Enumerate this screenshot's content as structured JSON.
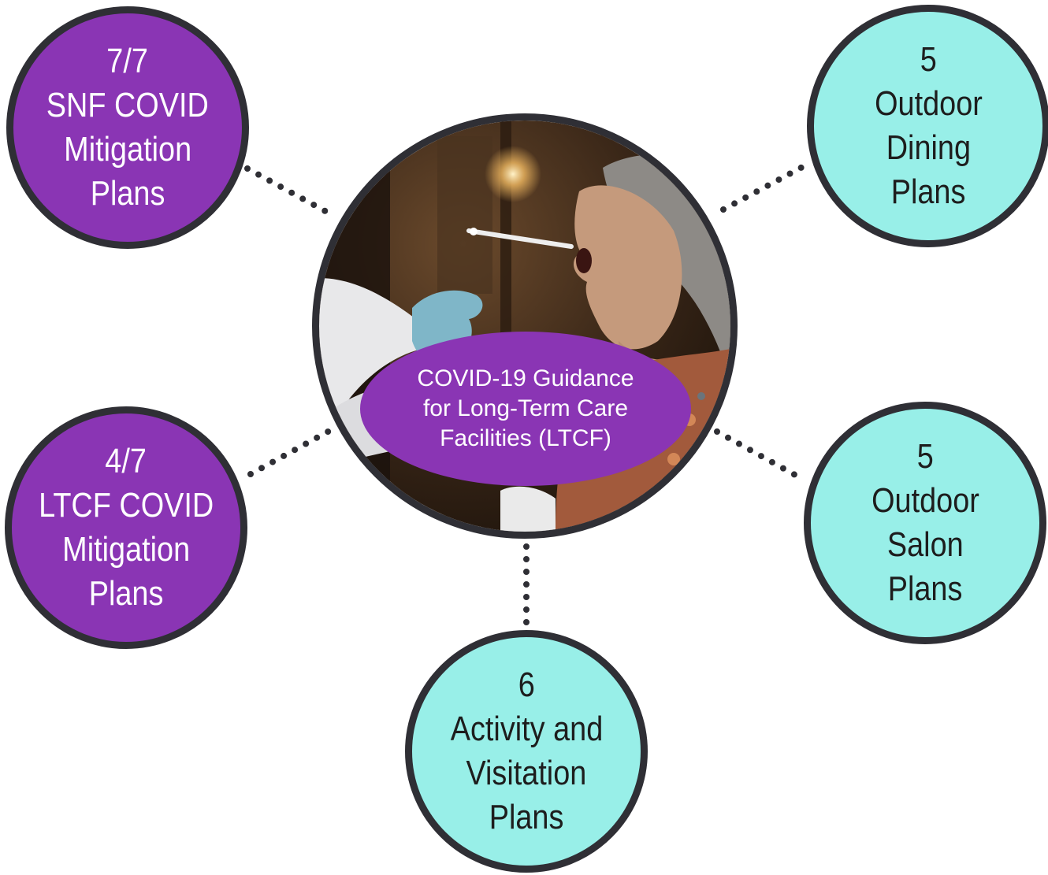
{
  "center": {
    "label_lines": [
      "COVID-19 Guidance",
      "for Long-Term Care",
      "Facilities (LTCF)"
    ],
    "photo": "covid-swab-test-photo"
  },
  "nodes": [
    {
      "id": "snf-covid-mitigation",
      "lines": [
        "7/7",
        "SNF COVID",
        "Mitigation",
        "Plans"
      ],
      "color": "#8a35b4"
    },
    {
      "id": "outdoor-dining",
      "lines": [
        "5",
        "Outdoor",
        "Dining",
        "Plans"
      ],
      "color": "#98efe8"
    },
    {
      "id": "ltcf-covid-mitigation",
      "lines": [
        "4/7",
        "LTCF COVID",
        "Mitigation",
        "Plans"
      ],
      "color": "#8a35b4"
    },
    {
      "id": "outdoor-salon",
      "lines": [
        "5",
        "Outdoor",
        "Salon",
        "Plans"
      ],
      "color": "#98efe8"
    },
    {
      "id": "activity-visitation",
      "lines": [
        "6",
        "Activity and",
        "Visitation",
        "Plans"
      ],
      "color": "#98efe8"
    }
  ],
  "colors": {
    "purple": "#8a35b4",
    "cyan": "#98efe8",
    "outline": "#2f2f35"
  }
}
